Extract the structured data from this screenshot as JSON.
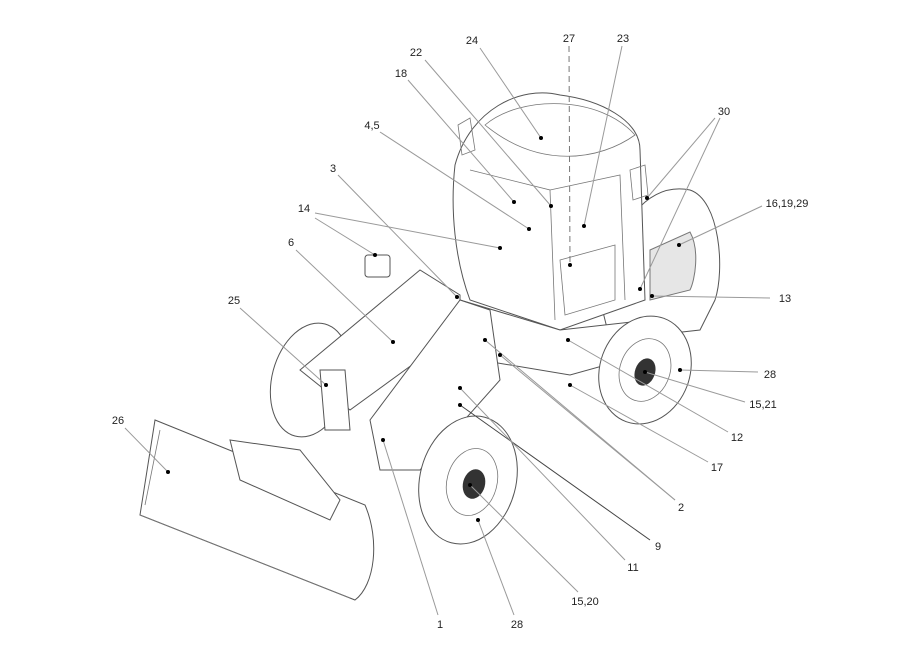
{
  "callouts": {
    "c22": "22",
    "c24": "24",
    "c27": "27",
    "c23": "23",
    "c18": "18",
    "c45": "4,5",
    "c30": "30",
    "c161929": "16,19,29",
    "c3": "3",
    "c14": "14",
    "c6": "6",
    "c25": "25",
    "c13": "13",
    "c28a": "28",
    "c1521": "15,21",
    "c12": "12",
    "c17": "17",
    "c26": "26",
    "c2": "2",
    "c9": "9",
    "c11": "11",
    "c1520": "15,20",
    "c1": "1",
    "c28b": "28"
  },
  "colors": {
    "line": "#555555",
    "leader": "#9a9a9a",
    "panel": "#e6e6e6"
  }
}
